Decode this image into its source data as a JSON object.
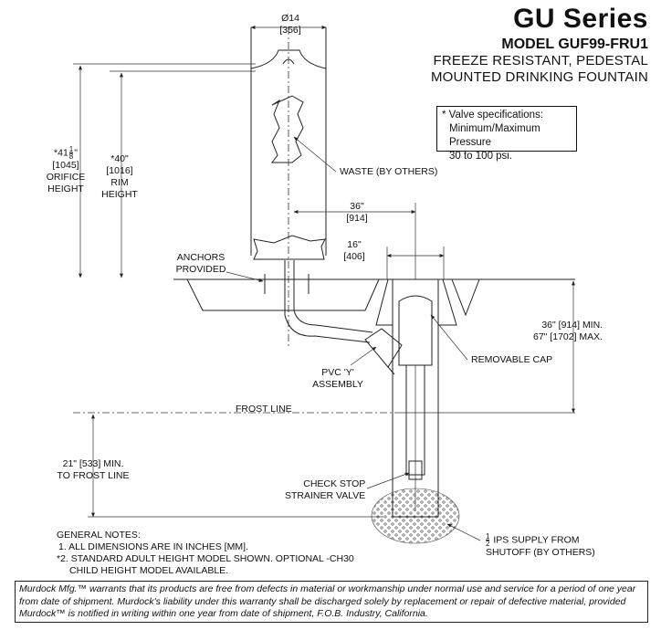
{
  "header": {
    "series": "GU Series",
    "model": "MODEL GUF99-FRU1",
    "line1": "FREEZE RESISTANT, PEDESTAL",
    "line2": "MOUNTED DRINKING FOUNTAIN"
  },
  "valve_spec": {
    "line1": "* Valve specifications:",
    "line2": "Minimum/Maximum Pressure",
    "line3": "30 to 100 psi."
  },
  "dims": {
    "diameter_in": "Ø14",
    "diameter_mm": "[356]",
    "orifice_in": "*41",
    "orifice_frac_num": "1",
    "orifice_frac_den": "8",
    "orifice_quote": "\"",
    "orifice_mm": "[1045]",
    "orifice_l1": "ORIFICE",
    "orifice_l2": "HEIGHT",
    "rim_in": "*40\"",
    "rim_mm": "[1016]",
    "rim_l1": "RIM",
    "rim_l2": "HEIGHT",
    "d36_in": "36\"",
    "d36_mm": "[914]",
    "d16_in": "16\"",
    "d16_mm": "[406]",
    "depth_min": "36\" [914] MIN.",
    "depth_max": "67\" [1702] MAX.",
    "frost_min": "21\" [533] MIN.",
    "frost_to": "TO FROST LINE"
  },
  "labels": {
    "waste": "WASTE (BY OTHERS)",
    "anchors_l1": "ANCHORS",
    "anchors_l2": "PROVIDED",
    "removable_cap": "REMOVABLE CAP",
    "pvc_l1": "PVC 'Y'",
    "pvc_l2": "ASSEMBLY",
    "frost_line": "FROST LINE",
    "check_l1": "CHECK STOP",
    "check_l2": "STRAINER VALVE",
    "supply_num": "1",
    "supply_den": "2",
    "supply_l1": " IPS SUPPLY FROM",
    "supply_l2": "SHUTOFF (BY OTHERS)"
  },
  "notes": {
    "title": "GENERAL NOTES:",
    "n1": "1. ALL DIMENSIONS ARE IN INCHES [MM].",
    "n2": "*2. STANDARD ADULT HEIGHT MODEL SHOWN. OPTIONAL -CH30",
    "n3": "CHILD HEIGHT MODEL AVAILABLE."
  },
  "warranty": "Murdock Mfg.™ warrants that its products are free from defects in material or workmanship under normal use and service for a period of one year from date of shipment. Murdock's liability under this warranty shall be discharged solely by replacement or repair of defective material, provided Murdock™ is notified in writing within one year from date of shipment, F.O.B. Industry, California."
}
